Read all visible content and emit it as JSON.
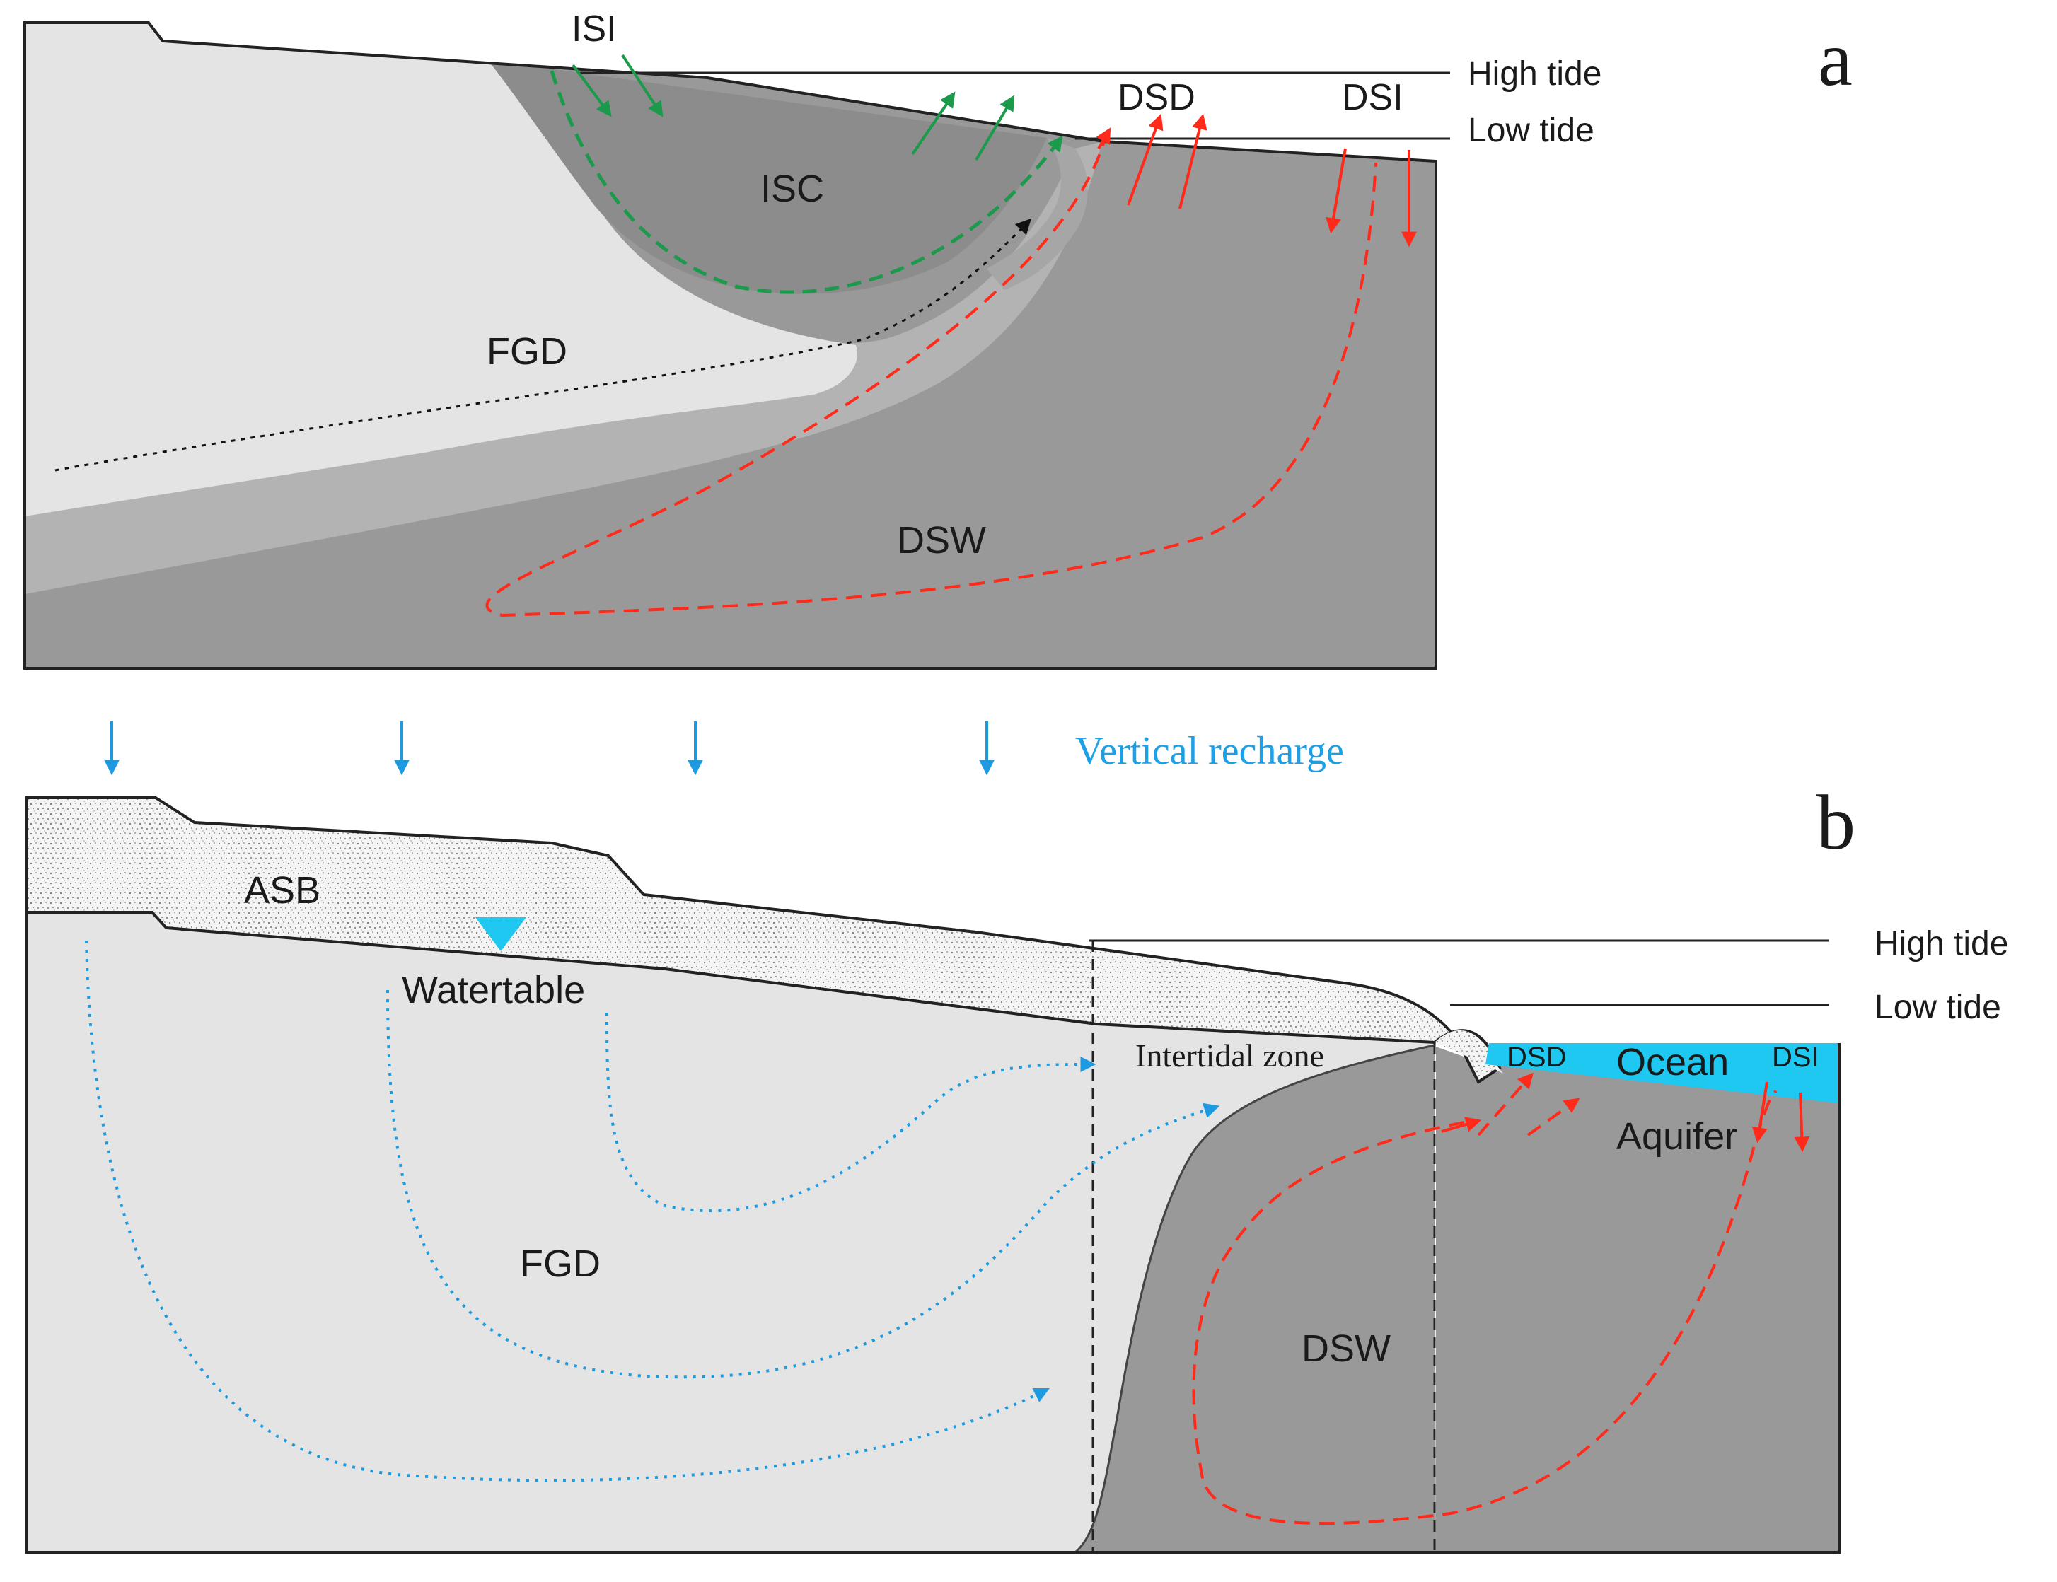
{
  "panel_a": {
    "letter": "a",
    "high_tide": "High tide",
    "low_tide": "Low tide",
    "labels": {
      "isi": "ISI",
      "dsd": "DSD",
      "dsi": "DSI",
      "isc": "ISC",
      "fgd": "FGD",
      "dsw": "DSW"
    }
  },
  "vertical_recharge": "Vertical recharge",
  "panel_b": {
    "letter": "b",
    "high_tide": "High tide",
    "low_tide": "Low tide",
    "labels": {
      "asb": "ASB",
      "watertable": "Watertable",
      "intertidal_zone": "Intertidal zone",
      "dsd": "DSD",
      "ocean": "Ocean",
      "dsi": "DSI",
      "aquifer": "Aquifer",
      "fgd": "FGD",
      "dsw": "DSW"
    }
  },
  "colors": {
    "fresh": "#e4e4e4",
    "mixing": "#b3b3b3",
    "saline": "#999999",
    "isc": "#8c8c8c",
    "sand": "#f2f2f2",
    "ocean": "#1ec8f0",
    "red_flow": "#ff2a1a",
    "green_flow": "#1a9a4a",
    "blue_flow": "#1e9be0"
  }
}
